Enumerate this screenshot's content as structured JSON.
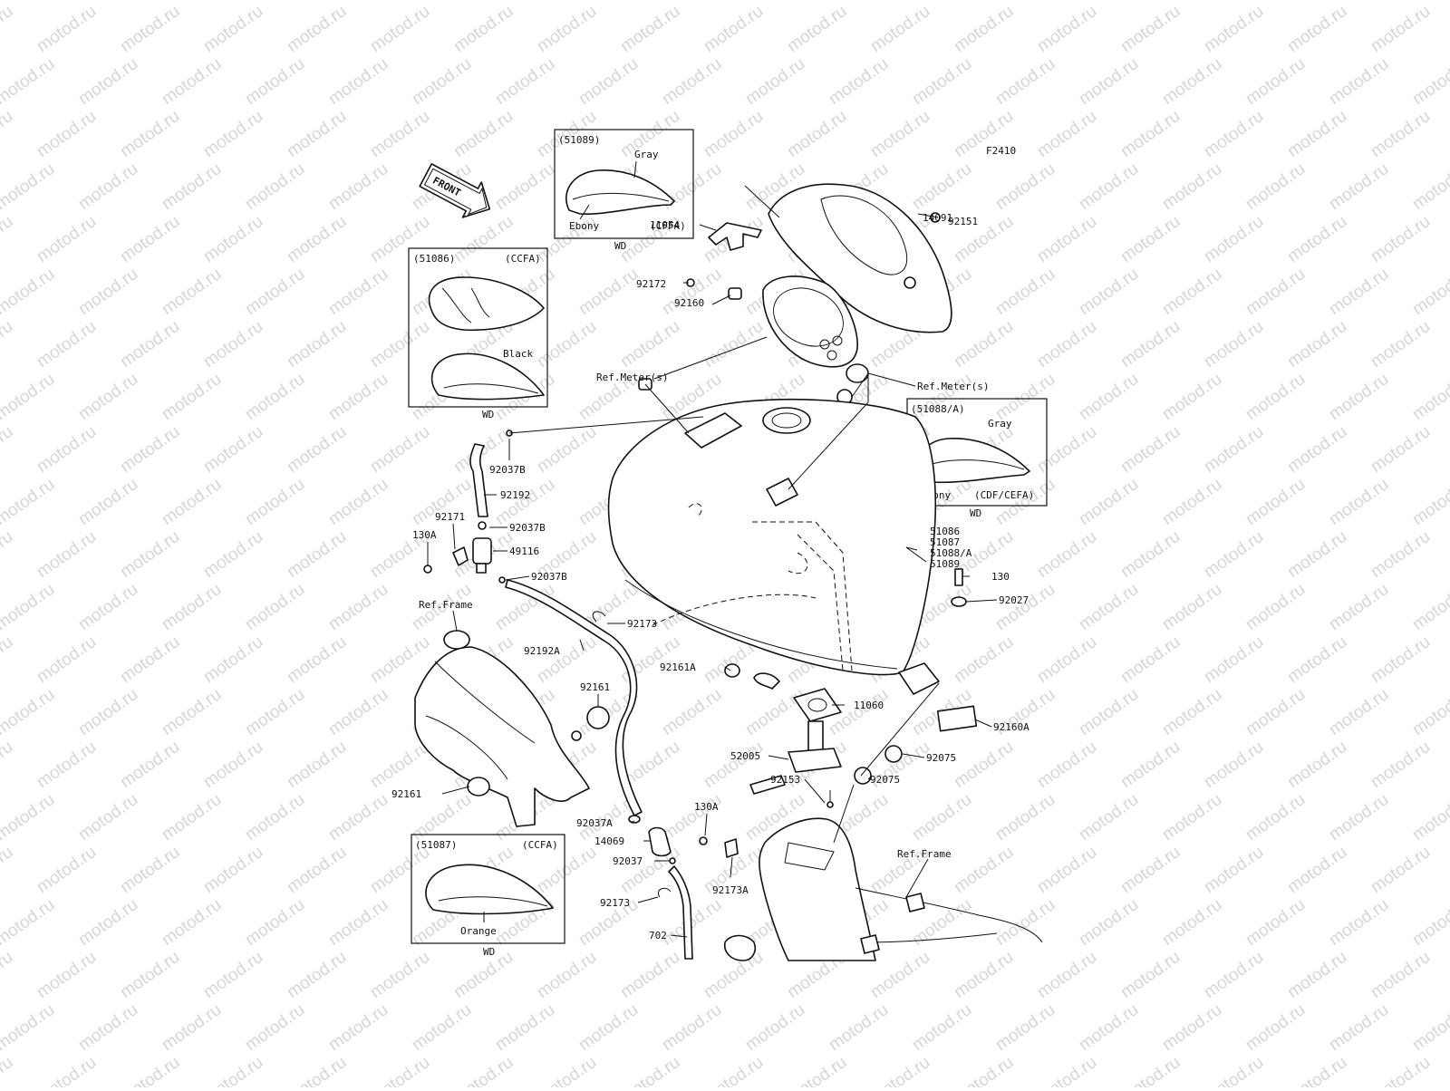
{
  "watermark": "motod.ru",
  "figure_code": "F2410",
  "front_arrow": "FRONT",
  "inset_boxes": {
    "b51089": {
      "code": "(51089)",
      "color_a": "Gray",
      "color_b": "Ebony",
      "variant": "(CFFA)",
      "note": "WD"
    },
    "b51086": {
      "code": "(51086)",
      "variant": "(CCFA)",
      "color": "Black",
      "note": "WD"
    },
    "b51088": {
      "code": "(51088/A)",
      "color_a": "Gray",
      "color_b": "Ebony",
      "variant": "(CDF/CEFA)",
      "note": "WD"
    },
    "b51087": {
      "code": "(51087)",
      "variant": "(CCFA)",
      "color": "Orange",
      "note": "WD"
    }
  },
  "labels": {
    "p14091": "14091",
    "p11054": "11054",
    "p92151": "92151",
    "p92172": "92172",
    "p92160": "92160",
    "refmeter1": "Ref.Meter(s)",
    "refmeter2": "Ref.Meter(s)",
    "p92037b1": "92037B",
    "p92192": "92192",
    "p92171": "92171",
    "p130a1": "130A",
    "p92037b2": "92037B",
    "p49116": "49116",
    "p92037b3": "92037B",
    "refframe1": "Ref.Frame",
    "p92173a": "92173",
    "p92192a": "92192A",
    "p92161a": "92161",
    "p92161b": "92161",
    "p92161A": "92161A",
    "p11060": "11060",
    "p52005": "52005",
    "p92153": "92153",
    "p51086": "51086",
    "p51087": "51087",
    "p51088a": "51088/A",
    "p51089": "51089",
    "p130": "130",
    "p92027": "92027",
    "p92160a": "92160A",
    "p92075a": "92075",
    "p92075b": "92075",
    "p92037a": "92037A",
    "p14069": "14069",
    "p92037": "92037",
    "p130a2": "130A",
    "p92173b": "92173",
    "p92173A": "92173A",
    "p702": "702",
    "refframe2": "Ref.Frame"
  }
}
